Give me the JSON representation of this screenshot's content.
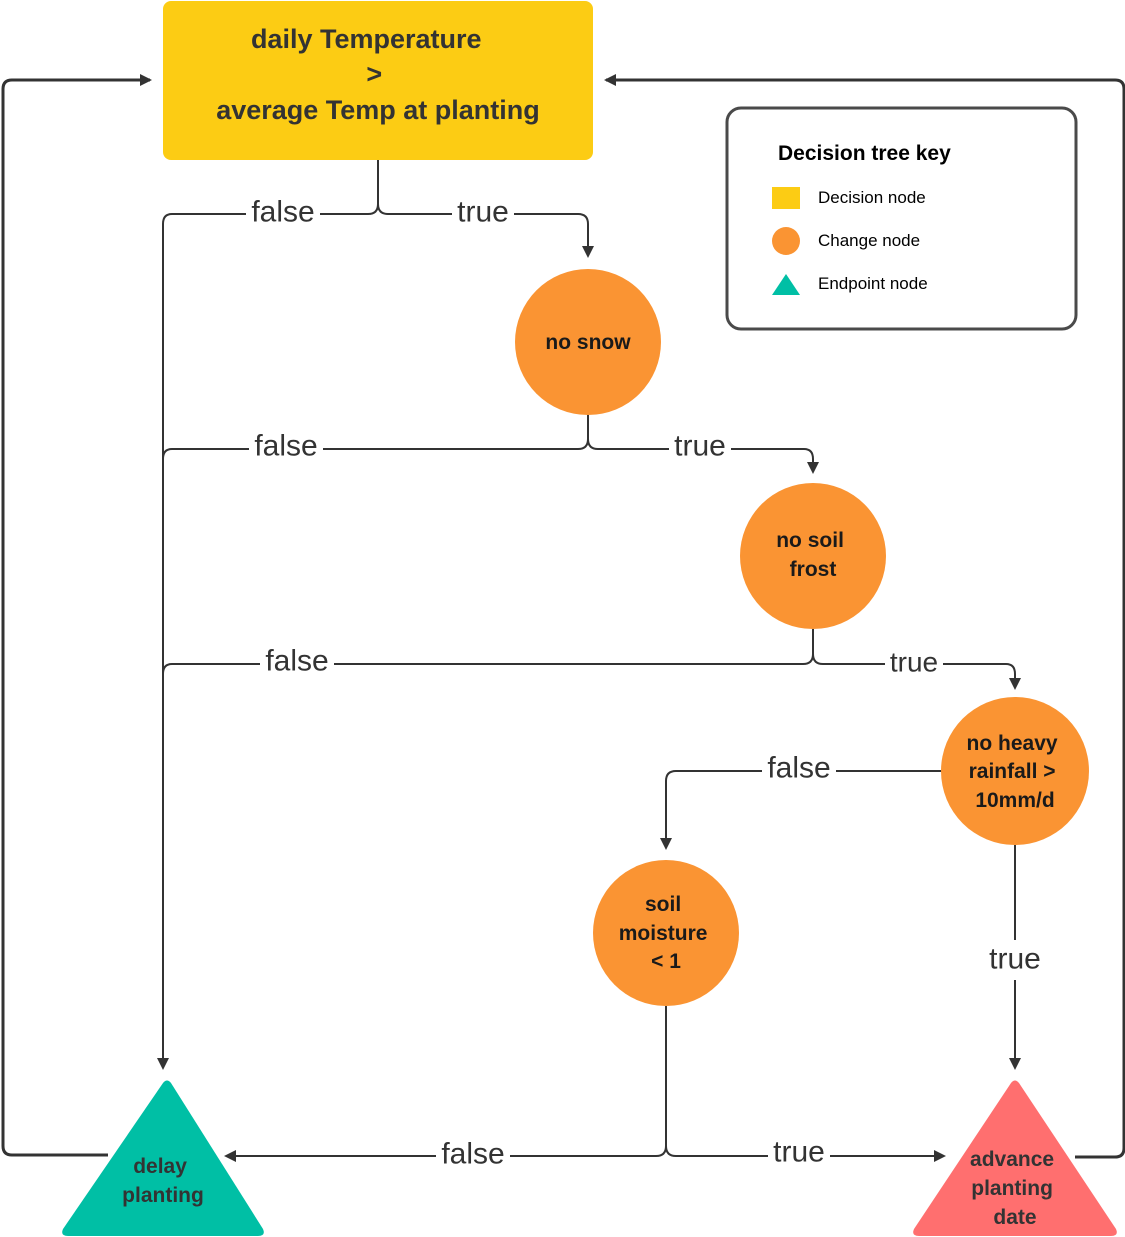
{
  "nodes": {
    "temp_decision": {
      "lines": [
        "daily Temperature",
        ">",
        "average Temp at planting"
      ]
    },
    "no_snow": {
      "lines": [
        "no snow"
      ]
    },
    "no_soil_frost": {
      "lines": [
        "no soil",
        "frost"
      ]
    },
    "no_heavy_rainfall": {
      "lines": [
        "no heavy",
        "rainfall >",
        "10mm/d"
      ]
    },
    "soil_moisture": {
      "lines": [
        "soil",
        "moisture",
        "< 1"
      ]
    },
    "delay_planting": {
      "lines": [
        "delay",
        "planting"
      ]
    },
    "advance_planting": {
      "lines": [
        "advance",
        "planting",
        "date"
      ]
    }
  },
  "edge_labels": {
    "temp_false": "false",
    "temp_true": "true",
    "snow_false": "false",
    "snow_true": "true",
    "frost_false": "false",
    "frost_true": "true",
    "rain_false": "false",
    "rain_true": "true",
    "moisture_false": "false",
    "moisture_true": "true"
  },
  "key": {
    "title": "Decision tree key",
    "items": [
      {
        "label": "Decision node",
        "shape": "square"
      },
      {
        "label": "Change node",
        "shape": "circle"
      },
      {
        "label": "Endpoint node",
        "shape": "triangle"
      }
    ]
  },
  "colors": {
    "decision": "#FCCC14",
    "change": "#FA9433",
    "endpoint_delay": "#00BFA5",
    "endpoint_advance": "#FF6F6F",
    "line": "#333333",
    "key_border": "#4A4A4A"
  }
}
